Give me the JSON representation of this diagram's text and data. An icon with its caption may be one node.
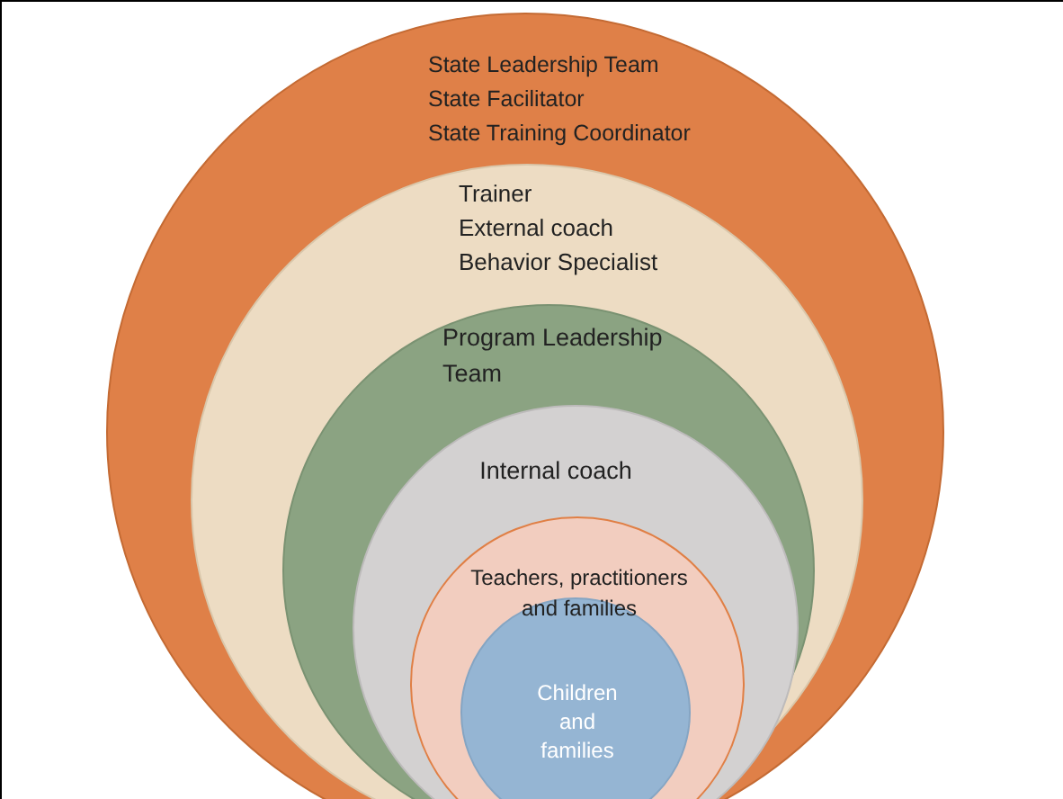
{
  "diagram": {
    "nodes": [
      {
        "text": [
          "State Leadership Team",
          "State Facilitator",
          "State Training Coordinator"
        ]
      },
      {
        "text": [
          "Trainer",
          "External coach",
          "Behavior Specialist"
        ],
        "in": 0
      },
      {
        "text": [
          "Program Leadership Team"
        ],
        "in": 1
      },
      {
        "text": [
          "Internal coach"
        ],
        "in": 2
      },
      {
        "text": [
          "Teachers, practitioners and families"
        ],
        "in": 3
      },
      {
        "text": [
          "Children and families"
        ],
        "in": 4
      }
    ],
    "edges": []
  }
}
